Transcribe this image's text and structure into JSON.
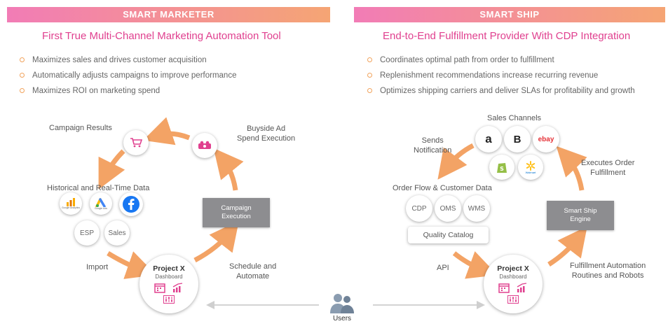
{
  "left": {
    "banner": "SMART MARKETER",
    "subtitle": "First True Multi-Channel Marketing Automation Tool",
    "bullets": [
      "Maximizes sales and drives customer acquisition",
      "Automatically adjusts campaigns to improve performance",
      "Maximizes ROI on marketing spend"
    ],
    "labels": {
      "campaign_results": "Campaign Results",
      "buyside_1": "Buyside Ad",
      "buyside_2": "Spend Execution",
      "historical": "Historical and Real-Time Data",
      "import": "Import",
      "schedule_1": "Schedule and",
      "schedule_2": "Automate"
    },
    "nodes": {
      "esp": "ESP",
      "sales": "Sales",
      "ga": "Google Analytics",
      "gads": "Google Ads",
      "campaign_exec_1": "Campaign",
      "campaign_exec_2": "Execution"
    },
    "dashboard": {
      "title": "Project X",
      "sub": "Dashboard"
    }
  },
  "right": {
    "banner": "SMART SHIP",
    "subtitle": "End-to-End Fulfillment Provider With CDP Integration",
    "bullets": [
      "Coordinates optimal path from order to fulfillment",
      "Replenishment recommendations increase recurring revenue",
      "Optimizes shipping carriers and deliver SLAs for profitability and growth"
    ],
    "labels": {
      "sales_channels": "Sales Channels",
      "sends_1": "Sends",
      "sends_2": "Notification",
      "executes_1": "Executes Order",
      "executes_2": "Fulfillment",
      "order_flow": "Order Flow & Customer Data",
      "api": "API",
      "fa_1": "Fulfillment Automation",
      "fa_2": "Routines and Robots"
    },
    "nodes": {
      "cdp": "CDP",
      "oms": "OMS",
      "wms": "WMS",
      "quality_catalog": "Quality Catalog",
      "engine_1": "Smart Ship",
      "engine_2": "Engine",
      "amazon": "a",
      "bigcommerce": "B",
      "ebay": "ebay",
      "walmart": "Walmart"
    },
    "dashboard": {
      "title": "Project X",
      "sub": "Dashboard"
    }
  },
  "users_label": "Users",
  "colors": {
    "accent": "#e0408f",
    "arrow": "#f3a365",
    "gray_box": "#8d8d90"
  }
}
